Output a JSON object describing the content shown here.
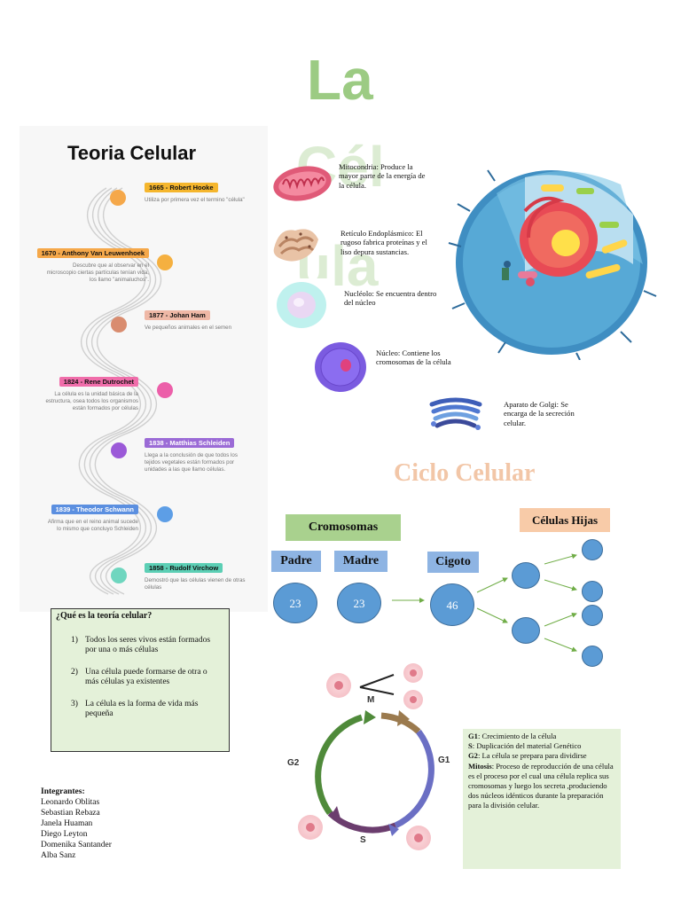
{
  "title": {
    "line1": "La",
    "line2": "Cél",
    "line3": "ula"
  },
  "timeline": {
    "title": "Teoria Celular",
    "events": [
      {
        "label": "1665 - Robert Hooke",
        "desc": "Utiliza por primera vez el termino \"célula\"",
        "color": "#f5b62d",
        "dot": "#f5a84a"
      },
      {
        "label": "1670 - Anthony Van  Leuwenhoek",
        "desc": "Descubre que al observar en el microscopio ciertas partículas tenían vida, los llamo \"animaluchos\".",
        "color": "#f5a84a",
        "dot": "#f5b040"
      },
      {
        "label": "1877 - Johan Ham",
        "desc": "Ve pequeños animales en el semen",
        "color": "#efb8a6",
        "dot": "#d98c6f"
      },
      {
        "label": "1824 -  Rene Dutrochet",
        "desc": "La célula es la unidad básica de la estructura, osea todos los organismos están formados por células",
        "color": "#f06daa",
        "dot": "#ec5fa9"
      },
      {
        "label": "1838 - Matthias Schleiden",
        "desc": "Llega a la conclusión de que todos los tejidos vegetales están formados por unidades a las que llamo células.",
        "color": "#9b6bd6",
        "dot": "#9b59d8"
      },
      {
        "label": "1839 - Theodor  Schwann",
        "desc": "Afirma que en el reino animal sucede lo mismo que concluyo Schleiden",
        "color": "#5b8fe0",
        "dot": "#5d9ee6"
      },
      {
        "label": "1858 - Rudolf Virchow",
        "desc": "Demostró que las células vienen de otras células",
        "color": "#5ccfb5",
        "dot": "#6fd6bf"
      }
    ]
  },
  "question": {
    "title": "¿Qué es la teoría celular?",
    "items": [
      {
        "num": "1)",
        "text": "Todos los seres vivos están formados por una o más células"
      },
      {
        "num": "2)",
        "text": "Una célula puede formarse de otra o más células ya existentes"
      },
      {
        "num": "3)",
        "text": "La célula es la forma de vida más pequeña"
      }
    ]
  },
  "members": {
    "title": "Integrantes:",
    "names": [
      "Leonardo Oblitas",
      "Sebastian Rebaza",
      "Janela Huaman",
      "Diego Leyton",
      "Domenika Santander",
      "Alba Sanz"
    ]
  },
  "organelles": [
    {
      "text": "Mitocondria: Produce la mayor parte de la energía de la célula."
    },
    {
      "text": "Retículo Endoplásmico: El rugoso fabrica proteínas y el liso depura sustancias."
    },
    {
      "text": "Nucléolo: Se encuentra dentro del núcleo"
    },
    {
      "text": "Núcleo: Contiene los cromosomas de la célula"
    },
    {
      "text": "Aparato de Golgi: Se encarga de la secreción celular."
    }
  ],
  "ciclo": {
    "title": "Ciclo Celular",
    "cromosomas": "Cromosomas",
    "celulas_hijas": "Células Hijas",
    "padre": "Padre",
    "madre": "Madre",
    "cigoto": "Cigoto",
    "n_padre": "23",
    "n_madre": "23",
    "n_cigoto": "46",
    "phases": {
      "m": "M",
      "g1": "G1",
      "s": "S",
      "g2": "G2"
    }
  },
  "legend": [
    {
      "key": "G1",
      "text": ": Crecimiento de la célula"
    },
    {
      "key": "S",
      "text": ": Duplicación del material Genético"
    },
    {
      "key": "G2",
      "text": ": La célula se prepara para dividirse"
    },
    {
      "key": "Mitosis",
      "text": ": Proceso de reproducción de una célula es el proceso por el cual una célula replica sus cromosomas y luego los secreta ,produciendo dos núcleos idénticos durante la preparación para la división celular."
    }
  ],
  "colors": {
    "title_green": "#9ccb83",
    "panel_green": "#e4f1d9",
    "ciclo_title": "#f2c6a7",
    "circle_blue": "#5b9bd5",
    "peach": "#f8cba8"
  }
}
